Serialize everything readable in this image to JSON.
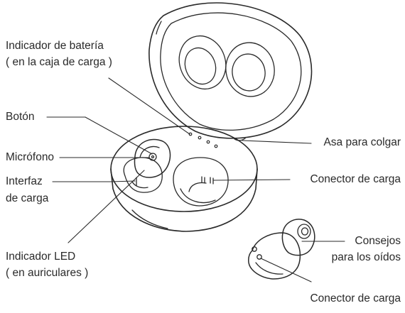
{
  "labels": {
    "battery_indicator": [
      "Indicador de batería",
      "( en la caja de carga )"
    ],
    "button": "Botón",
    "microphone": "Micrófono",
    "charging_interface": [
      "Interfaz",
      "de carga"
    ],
    "led_indicator": [
      "Indicador LED",
      "( en auriculares )"
    ],
    "hanging_handle": "Asa para colgar",
    "charging_connector_case": "Conector de carga",
    "ear_tips": [
      "Consejos",
      "para los oídos"
    ],
    "charging_connector_earbud": "Conector de carga"
  },
  "colors": {
    "stroke": "#2a2a2a",
    "background": "#ffffff"
  }
}
